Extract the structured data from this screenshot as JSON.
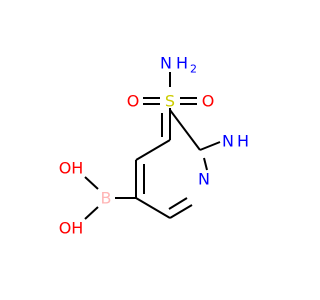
{
  "molecule": {
    "atoms": {
      "nh2_sulfonamide": {
        "element": "N",
        "h_count": "2",
        "color": "#0000FF"
      },
      "o_left": {
        "element": "O",
        "color": "#FF0000"
      },
      "s": {
        "element": "S",
        "color": "#CCCC00"
      },
      "o_right": {
        "element": "O",
        "color": "#FF0000"
      },
      "nh_amino": {
        "element": "N",
        "h_label": "H",
        "color": "#0000FF"
      },
      "n_ring": {
        "element": "N",
        "color": "#0000FF"
      },
      "b": {
        "element": "B",
        "color": "#FFB5B5"
      },
      "oh_top": {
        "element": "OH",
        "color": "#FF0000"
      },
      "oh_bottom": {
        "element": "OH",
        "color": "#FF0000"
      }
    },
    "bond_color": "#000000"
  }
}
